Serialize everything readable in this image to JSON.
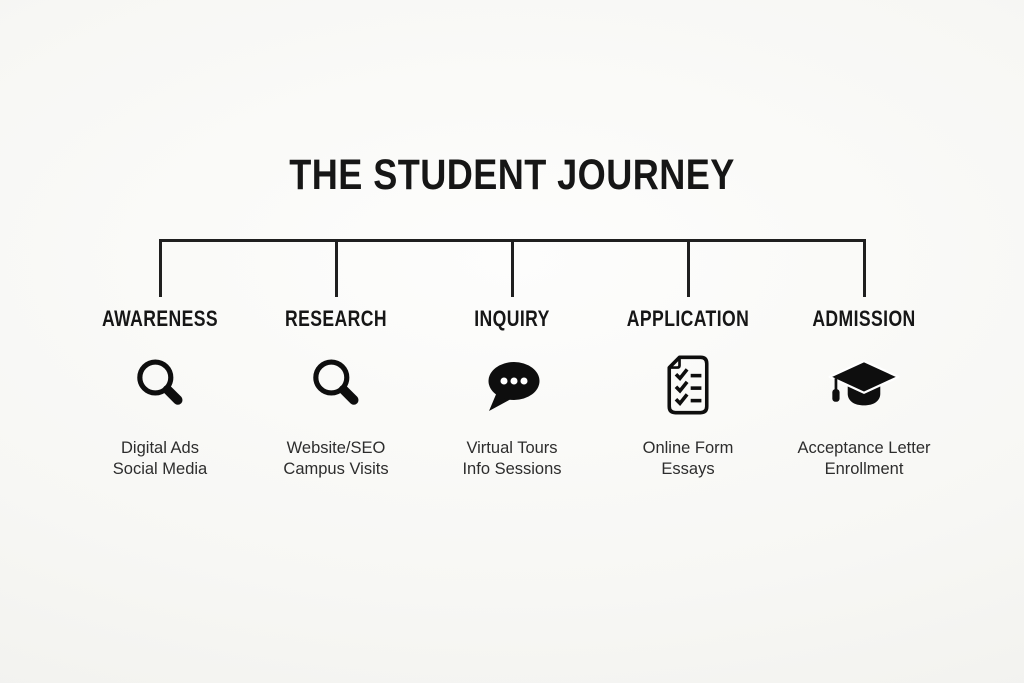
{
  "title": "THE STUDENT JOURNEY",
  "colors": {
    "background": "#f7f7f4",
    "ink": "#161616",
    "line": "#1f1f1f",
    "desc": "#2d2d2d"
  },
  "stages": [
    {
      "label": "AWARENESS",
      "icon": "search-icon",
      "items": [
        "Digital Ads",
        "Social Media"
      ]
    },
    {
      "label": "RESEARCH",
      "icon": "search-icon",
      "items": [
        "Website/SEO",
        "Campus Visits"
      ]
    },
    {
      "label": "INQUIRY",
      "icon": "speech-bubble-icon",
      "items": [
        "Virtual Tours",
        "Info Sessions"
      ]
    },
    {
      "label": "APPLICATION",
      "icon": "checklist-document-icon",
      "items": [
        "Online Form",
        "Essays"
      ]
    },
    {
      "label": "ADMISSION",
      "icon": "graduation-cap-icon",
      "items": [
        "Acceptance Letter",
        "Enrollment"
      ]
    }
  ]
}
